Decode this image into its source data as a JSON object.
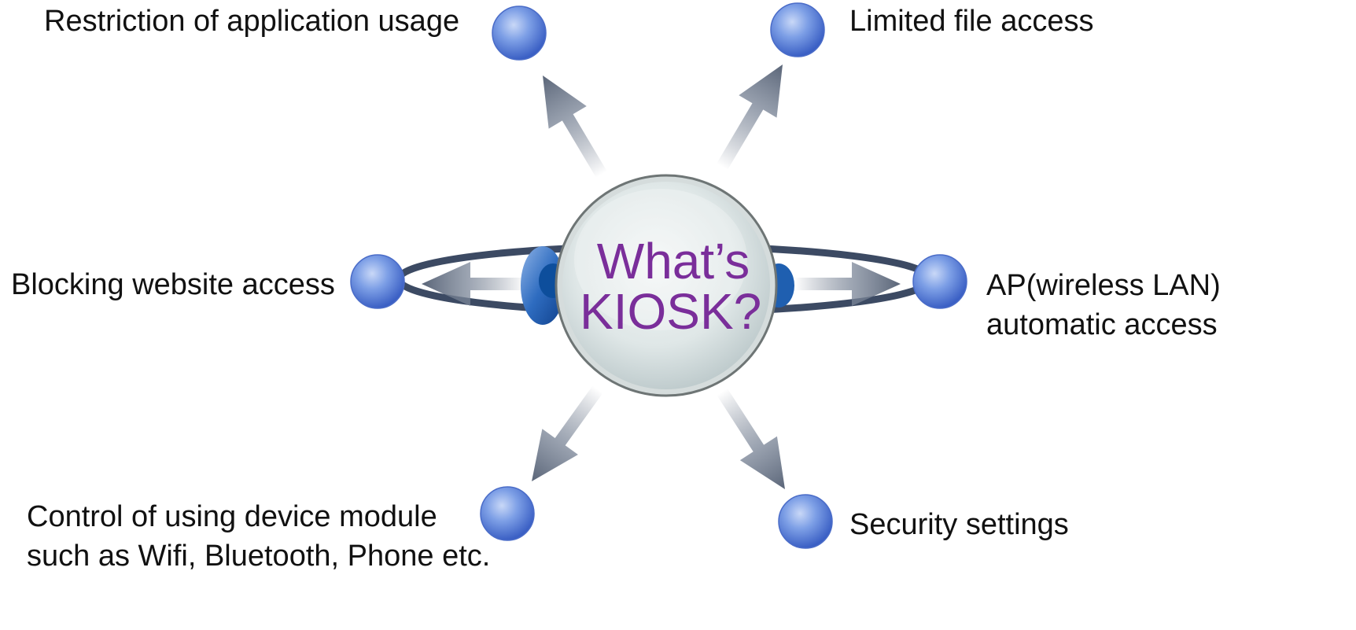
{
  "diagram": {
    "center": {
      "line1": "What’s",
      "line2": "KIOSK?",
      "text_color": "#7a2e9a"
    },
    "features": [
      {
        "id": "restriction-app-usage",
        "lines": [
          "Restriction of application usage"
        ]
      },
      {
        "id": "limited-file-access",
        "lines": [
          "Limited file access"
        ]
      },
      {
        "id": "blocking-website-access",
        "lines": [
          "Blocking website access"
        ]
      },
      {
        "id": "ap-automatic-access",
        "lines": [
          "AP(wireless LAN)",
          "automatic access"
        ]
      },
      {
        "id": "control-device-module",
        "lines": [
          "Control of using device module",
          "such as Wifi, Bluetooth, Phone etc."
        ]
      },
      {
        "id": "security-settings",
        "lines": [
          "Security settings"
        ]
      }
    ],
    "colors": {
      "node": "#5b7fd6",
      "arrow": "#5f6b7e",
      "ring": "#3c4a63",
      "wing": "#1f5fb0"
    }
  }
}
